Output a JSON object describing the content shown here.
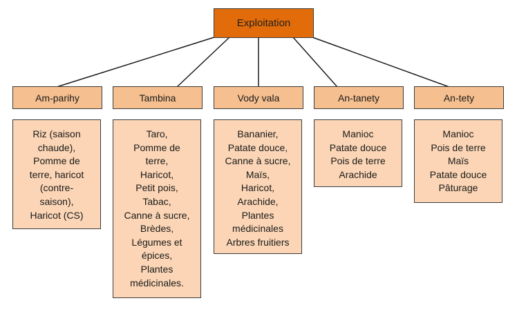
{
  "root": {
    "label": "Exploitation",
    "color": "#e36c0a"
  },
  "colors": {
    "header_fill": "#f5bf8f",
    "box_fill": "#fbd5b5",
    "border": "#3a3a3a"
  },
  "columns": [
    {
      "title": "Am-parihy",
      "lines": [
        "Riz (saison",
        "chaude),",
        "Pomme de",
        "terre, haricot",
        "(contre-",
        "saison),",
        "Haricot (CS)"
      ]
    },
    {
      "title": "Tambina",
      "lines": [
        "Taro,",
        "Pomme de",
        "terre,",
        "Haricot,",
        "Petit pois,",
        "Tabac,",
        "Canne à sucre,",
        "Brèdes,",
        "Légumes et",
        "épices,",
        "Plantes",
        "médicinales."
      ]
    },
    {
      "title": "Vody vala",
      "lines": [
        "Bananier,",
        "Patate douce,",
        "Canne à sucre,",
        "Maïs,",
        "Haricot,",
        "Arachide,",
        "Plantes",
        "médicinales",
        "Arbres fruitiers"
      ]
    },
    {
      "title": "An-tanety",
      "lines": [
        "Manioc",
        "Patate douce",
        "Pois de terre",
        "Arachide"
      ]
    },
    {
      "title": "An-tety",
      "lines": [
        "Manioc",
        "Pois de terre",
        "Maïs",
        "Patate douce",
        "Pâturage"
      ]
    }
  ]
}
